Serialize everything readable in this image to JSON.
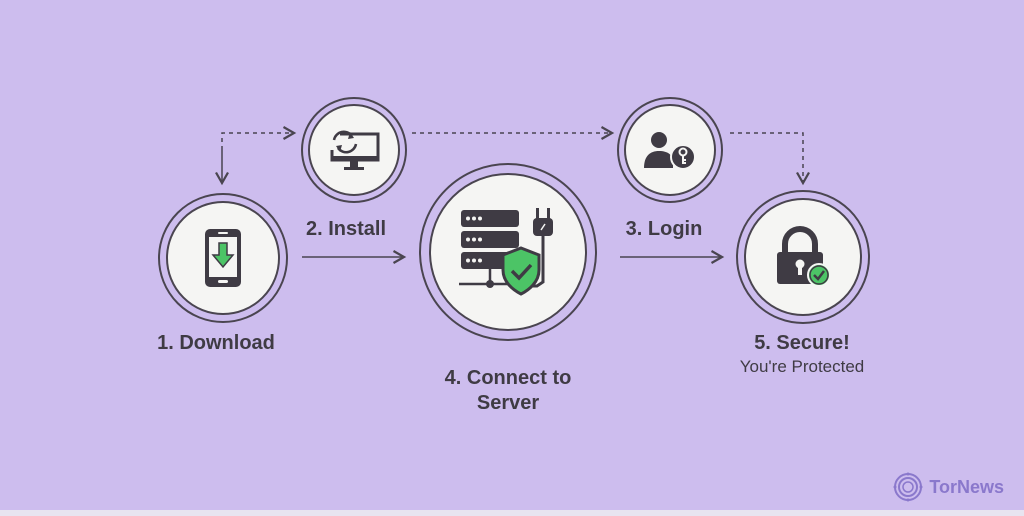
{
  "steps": [
    {
      "number": "1.",
      "label": "1. Download",
      "icon": "phone-download-icon"
    },
    {
      "number": "2.",
      "label": "2. Install",
      "icon": "monitor-sync-icon"
    },
    {
      "number": "3.",
      "label": "3. Login",
      "icon": "user-key-icon"
    },
    {
      "number": "4.",
      "label": "4. Connect to",
      "label_line2": "Server",
      "icon": "server-shield-plug-icon"
    },
    {
      "number": "5.",
      "label": "5. Secure!",
      "sublabel": "You're Protected",
      "icon": "padlock-check-icon"
    }
  ],
  "brand": {
    "name": "TorNews",
    "icon": "tornews-logo-icon"
  },
  "colors": {
    "background": "#cdbdee",
    "accent_green": "#4cc466",
    "ink": "#3f3b44",
    "brand": "#8a78cc"
  }
}
